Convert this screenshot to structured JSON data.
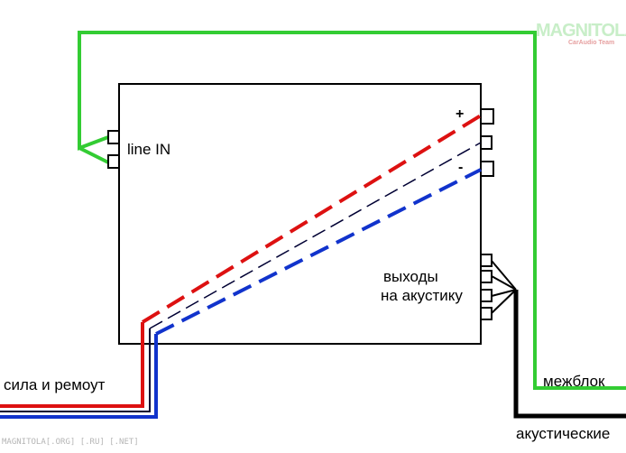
{
  "labels": {
    "line_in": "line IN",
    "outputs_line1": "выходы",
    "outputs_line2": "на акустику",
    "power_remote": "сила и ремоут",
    "interconnect": "межблок",
    "speaker_cables": "акустические",
    "plus": "+",
    "minus": "-"
  },
  "watermark": {
    "bottom": "MAGNITOLA[.ORG] [.RU] [.NET]",
    "logo_text": "MAGNITOLA",
    "logo_sub": "CarAudio Team"
  },
  "colors": {
    "interconnect": "#33cc33",
    "power_positive": "#dd1111",
    "ground": "#1133cc",
    "remote": "#000033",
    "speaker_wire": "#000000",
    "amplifier_outline": "#000000"
  }
}
